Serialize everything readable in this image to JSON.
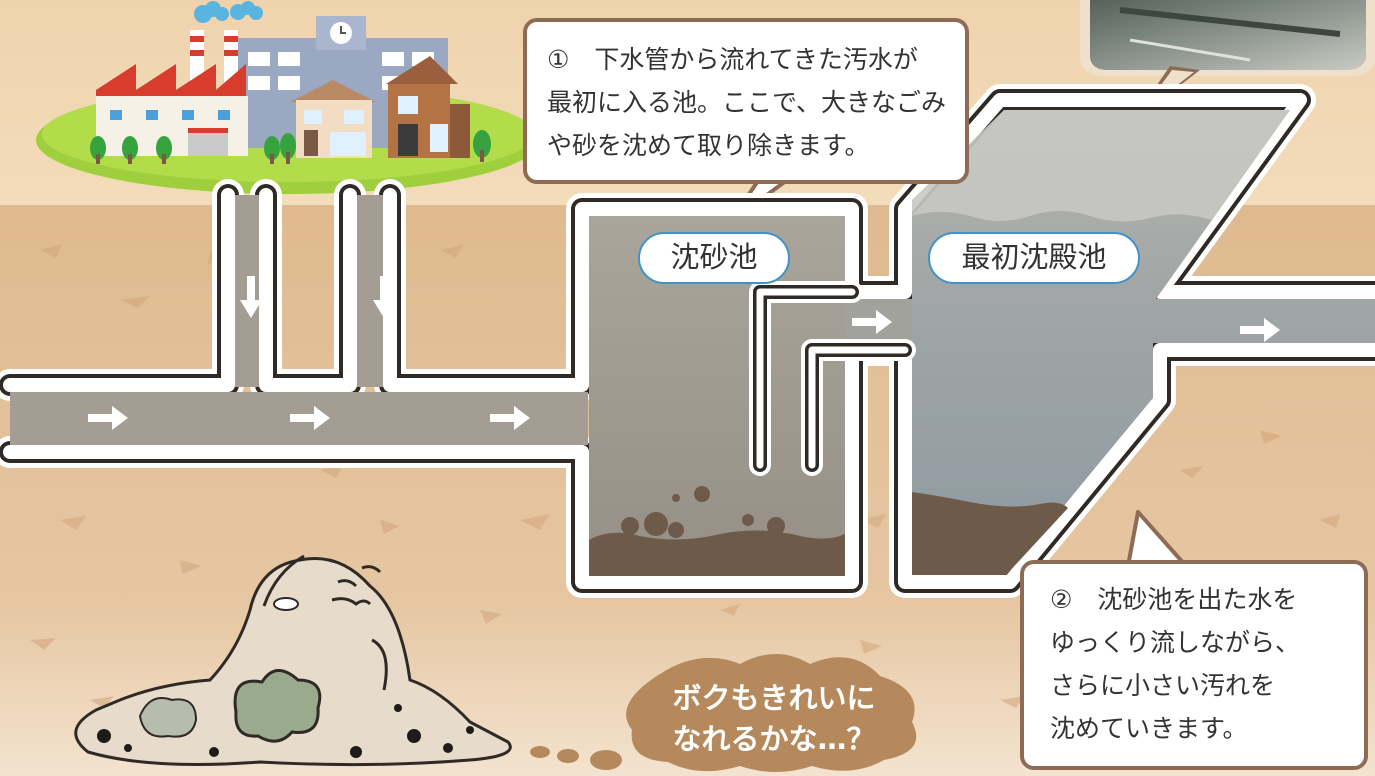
{
  "callouts": {
    "step1_lines": [
      "①　下水管から流れてきた汚水が",
      "最初に入る池。ここで、大きなごみ",
      "や砂を沈めて取り除きます。"
    ],
    "step2_lines": [
      "②　沈砂池を出た水を",
      "ゆっくり流しながら、",
      "さらに小さい汚れを",
      "沈めていきます。"
    ]
  },
  "labels": {
    "grit_chamber": "沈砂池",
    "primary_tank": "最初沈殿池"
  },
  "character": {
    "thought_lines": [
      "ボクもきれいに",
      "なれるかな…？"
    ]
  },
  "colors": {
    "sky_soil": "#f0d5b0",
    "ground": "#ddb88f",
    "grass": "#9ccc3c",
    "pipe_water": "#a39d93",
    "clear_water": "#97a3a8",
    "sediment": "#6e5a49",
    "outline": "#8d6b55",
    "label_border": "#3f93c7",
    "factory_roof": "#d73c2c"
  },
  "icons": [
    "flow-arrow-icon",
    "down-arrow-icon",
    "factory-icon",
    "building-icon",
    "house-icon",
    "tree-icon",
    "photo-thumbnail"
  ]
}
